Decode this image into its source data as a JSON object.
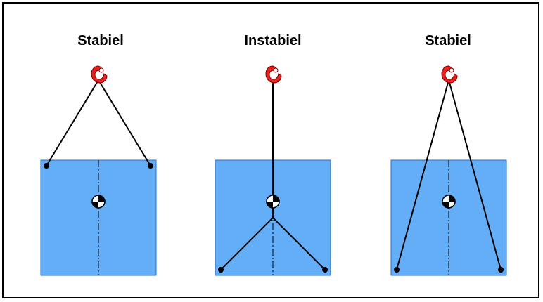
{
  "panels": [
    {
      "title": "Stabiel",
      "config": "two-slings-top-corners"
    },
    {
      "title": "Instabiel",
      "config": "single-line-below-center"
    },
    {
      "title": "Stabiel",
      "config": "two-slings-bottom-corners"
    }
  ],
  "colors": {
    "load_fill": "#64aef8",
    "load_border": "#2a6fc0",
    "hook": "#e8201c",
    "sling": "#000000"
  },
  "icons": [
    "crane-hook-icon",
    "center-of-gravity-icon"
  ]
}
